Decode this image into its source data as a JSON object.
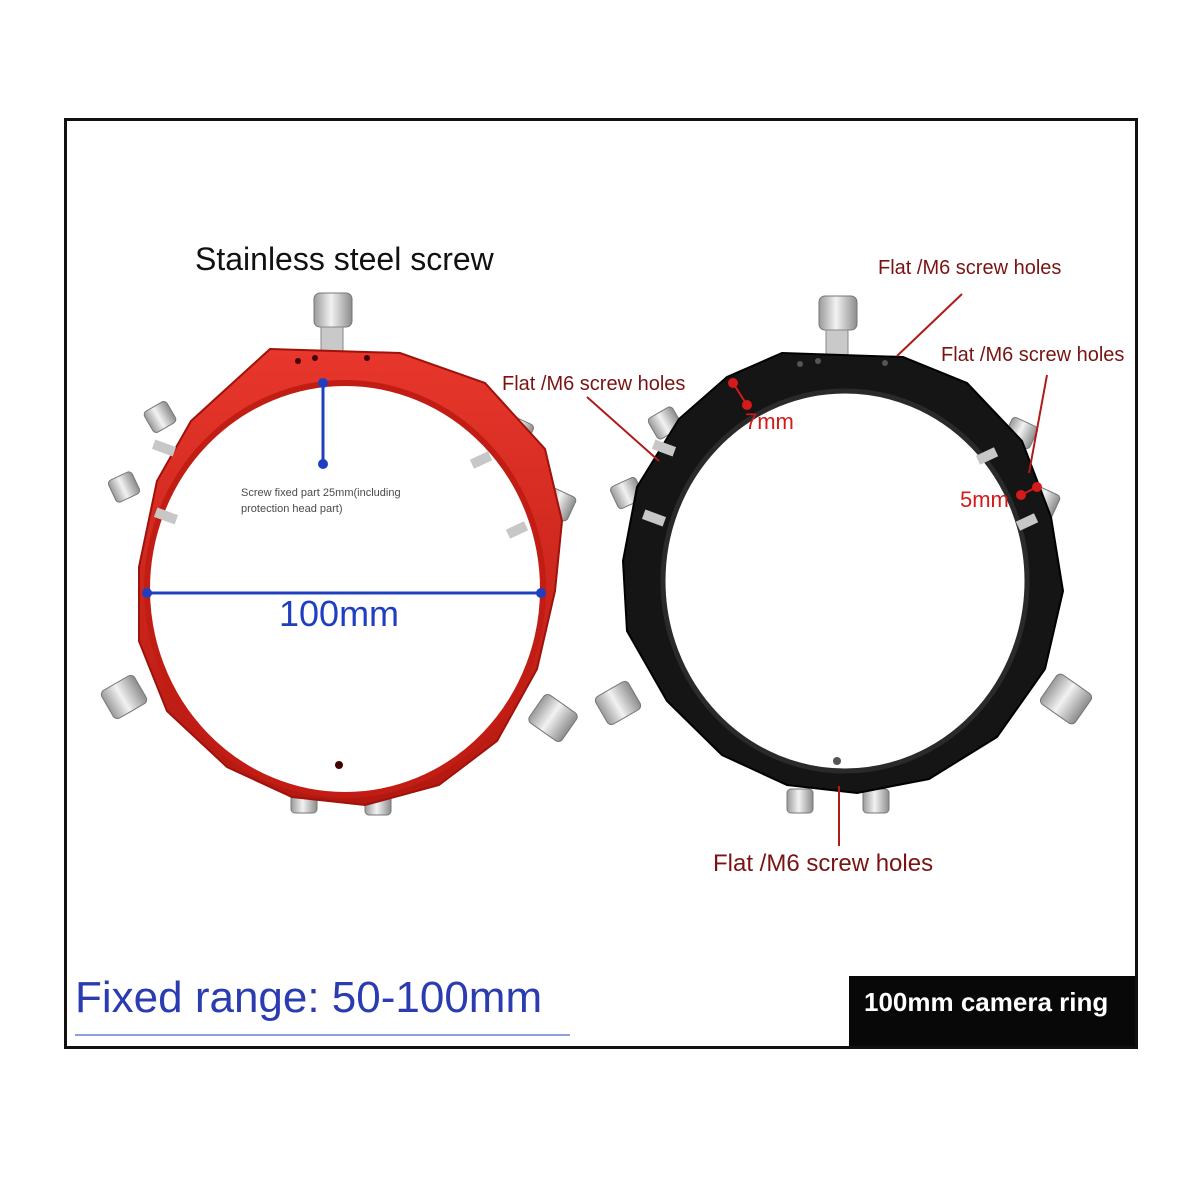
{
  "left_ring": {
    "title": "Stainless steel screw",
    "screw_note": "Screw fixed part 25mm(including protection head part)",
    "diameter_label": "100mm",
    "color": "#d8231b"
  },
  "right_ring": {
    "label_top": "Flat /M6 screw holes",
    "label_right": "Flat /M6 screw holes",
    "label_left": "Flat /M6 screw holes",
    "label_bottom": "Flat /M6 screw holes",
    "dim_thickness": "7mm",
    "dim_width": "5mm",
    "color": "#121212"
  },
  "footer": {
    "fixed_range": "Fixed range: 50-100mm",
    "caption": "100mm camera ring"
  },
  "colors": {
    "annotation_red": "#7a1414",
    "dimension_blue": "#1f3fbf",
    "dimension_red": "#d41a1a"
  }
}
